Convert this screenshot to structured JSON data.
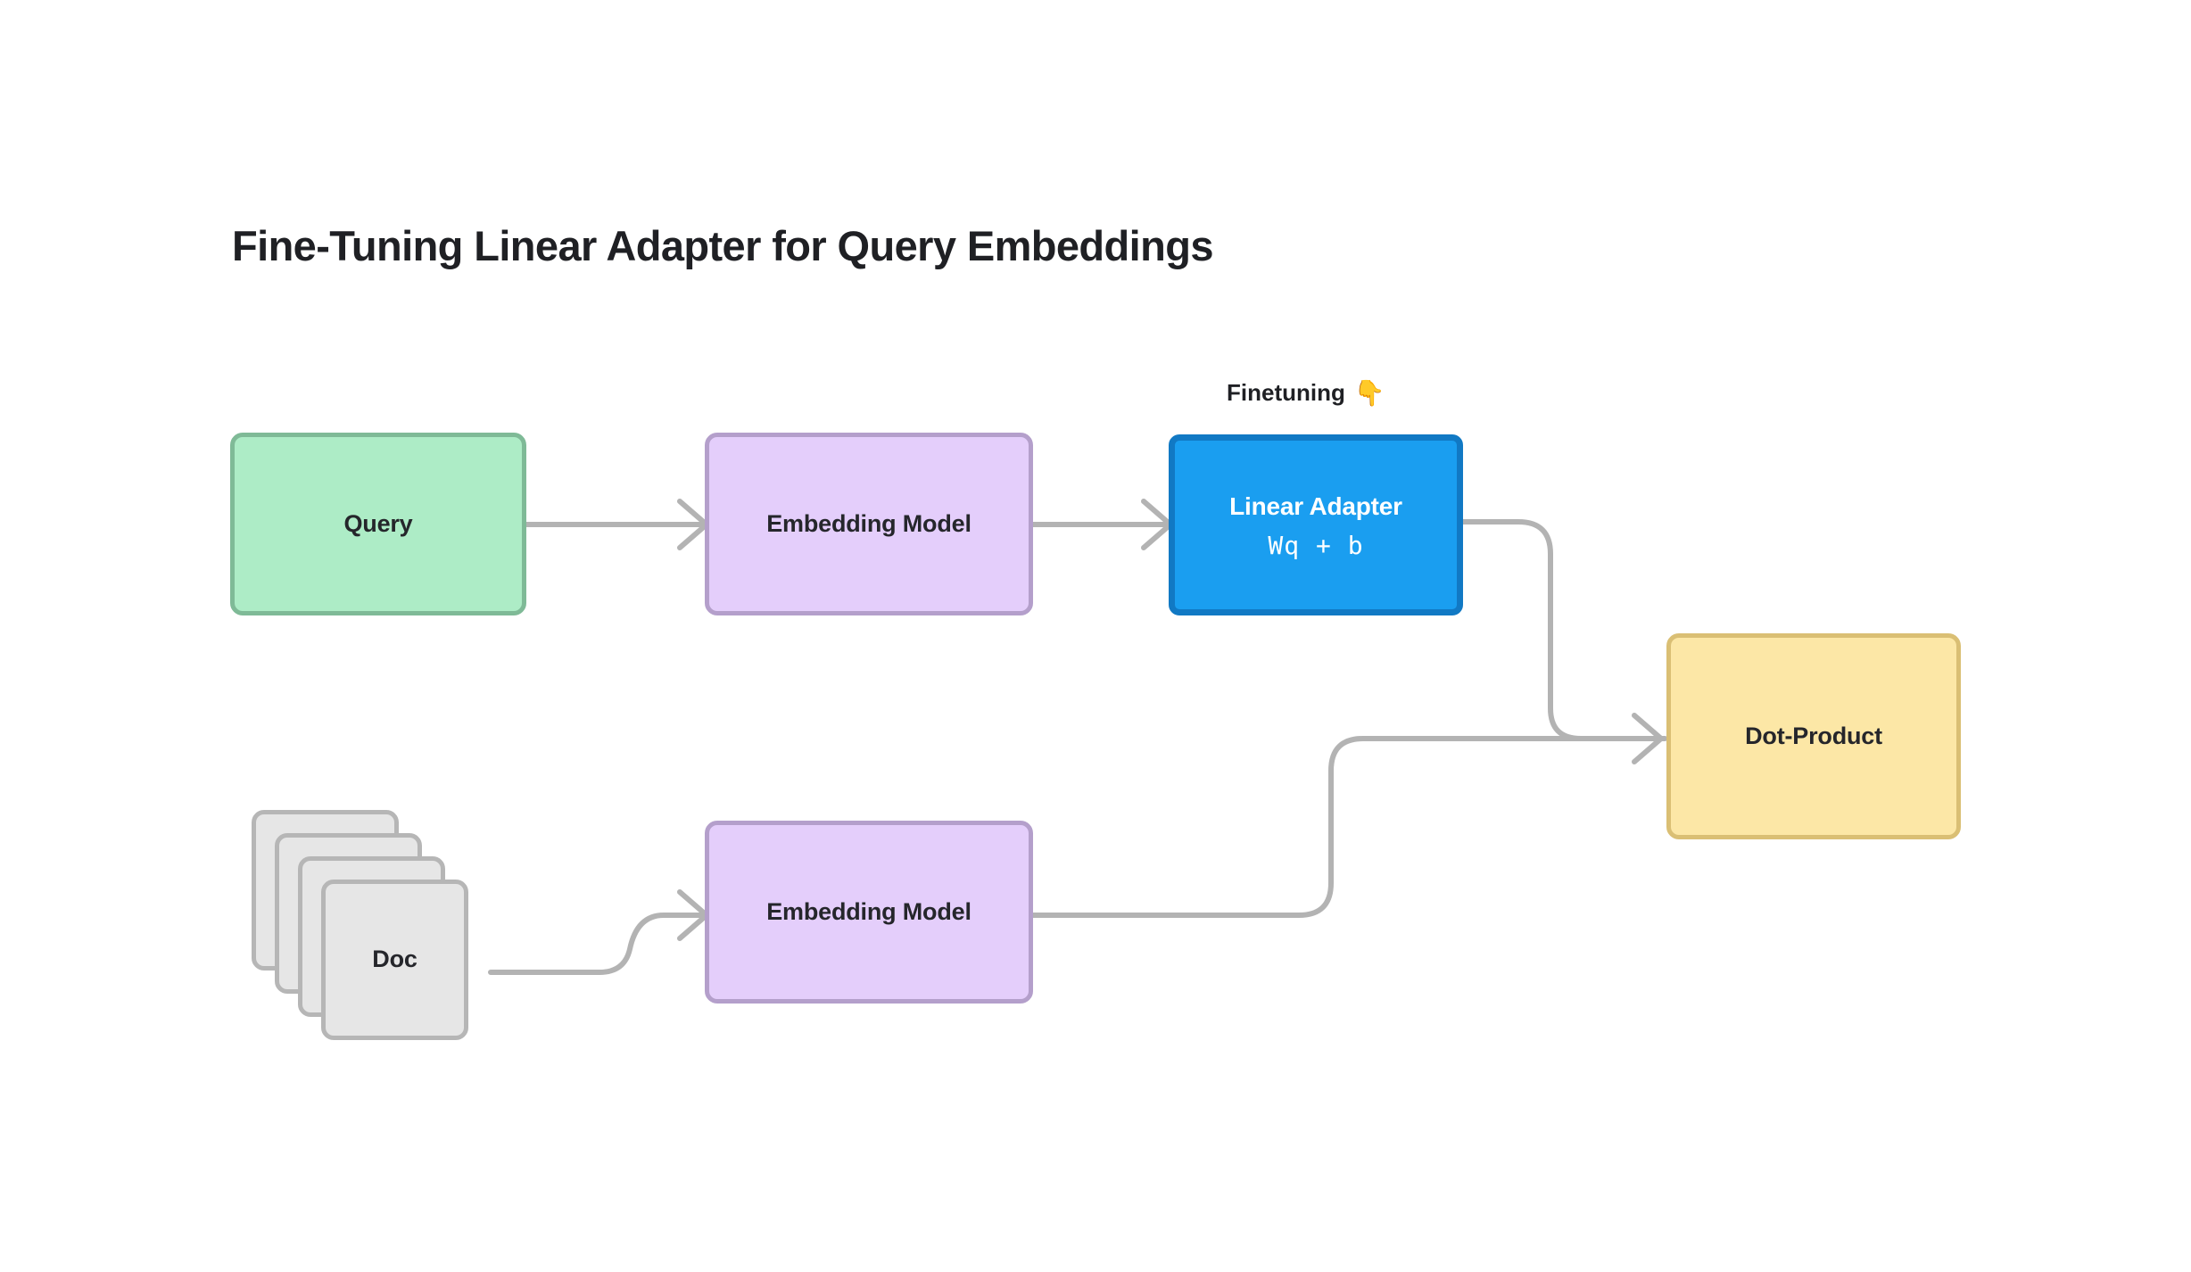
{
  "page": {
    "title": "Fine-Tuning Linear Adapter for Query Embeddings",
    "background_color": "#ffffff"
  },
  "annotation": {
    "label": "Finetuning",
    "emoji": "👇",
    "emoji_name": "backhand-index-pointing-down-icon"
  },
  "nodes": {
    "query": {
      "label": "Query",
      "fill": "#adecc6",
      "border": "#7fba97",
      "text_color": "#25262b"
    },
    "embed_query": {
      "label": "Embedding Model",
      "fill": "#e4cefb",
      "border": "#b49fcb",
      "text_color": "#25262b"
    },
    "embed_doc": {
      "label": "Embedding Model",
      "fill": "#e4cefb",
      "border": "#b49fcb",
      "text_color": "#25262b"
    },
    "adapter": {
      "label": "Linear Adapter",
      "formula": "Wq  +  b",
      "fill": "#1a9ef0",
      "border": "#1179c4",
      "text_color": "#ffffff"
    },
    "dot_product": {
      "label": "Dot-Product",
      "fill": "#fce7a6",
      "border": "#dabf74",
      "text_color": "#25262b"
    },
    "doc": {
      "label": "Doc",
      "fill": "#e6e6e6",
      "border": "#b6b6b6",
      "text_color": "#25262b",
      "stack_count": 4
    }
  },
  "edges": {
    "stroke_color": "#b3b3b3",
    "stroke_width": 6,
    "list": [
      {
        "from": "query",
        "to": "embed_query",
        "arrow": true
      },
      {
        "from": "embed_query",
        "to": "adapter",
        "arrow": true
      },
      {
        "from": "adapter",
        "to": "dot_product",
        "arrow": true
      },
      {
        "from": "doc",
        "to": "embed_doc",
        "arrow": true
      },
      {
        "from": "embed_doc",
        "to": "dot_product",
        "arrow": true
      }
    ]
  }
}
